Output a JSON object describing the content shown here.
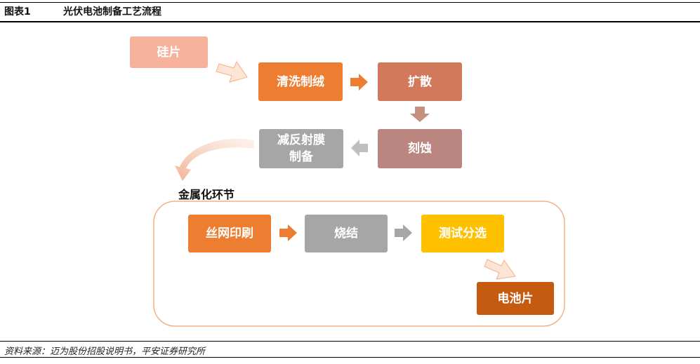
{
  "header": {
    "figure_label": "图表1",
    "title": "光伏电池制备工艺流程"
  },
  "steps": {
    "wafer": "硅片",
    "clean_texture": "清洗制绒",
    "diffusion": "扩散",
    "etching": "刻蚀",
    "ar_coating": "减反射膜\n制备",
    "screen_print": "丝网印刷",
    "sintering": "烧结",
    "test_sort": "测试分选",
    "cell": "电池片"
  },
  "metallization_label": "金属化环节",
  "footer": {
    "source": "资料来源：迈为股份招股说明书，平安证券研究所"
  },
  "colors": {
    "orange": "#ED7D31",
    "rust": "#D2785B",
    "mauve": "#BC8680",
    "gray": "#A6A6A6",
    "yellow": "#FFC000",
    "dark_orange": "#C55A11",
    "peach": "#F6B29A",
    "region_border": "#F4B183"
  }
}
